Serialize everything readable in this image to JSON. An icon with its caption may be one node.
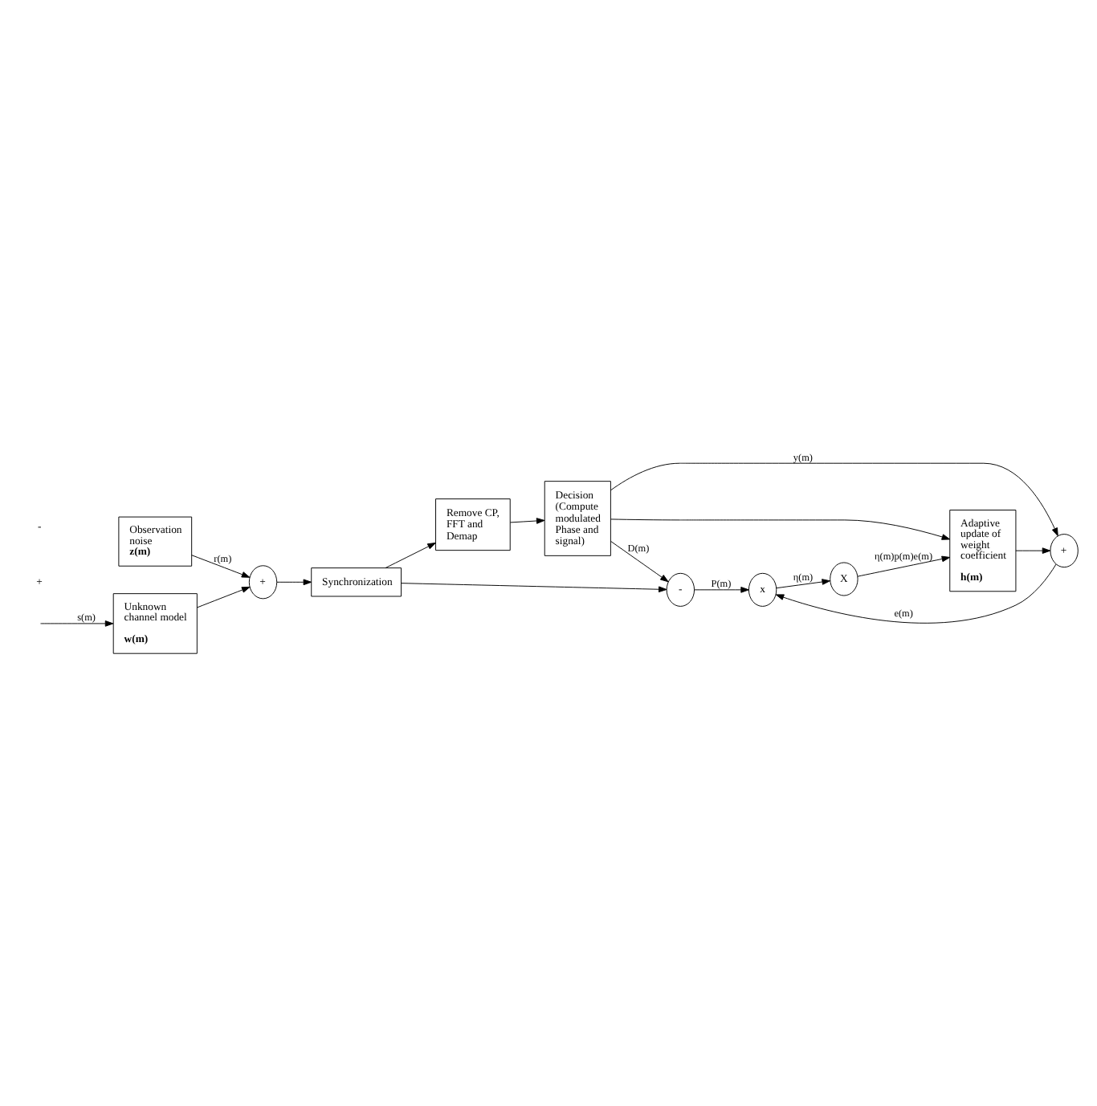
{
  "diagram": {
    "nodes": [
      {
        "text": [
          "Observation noise **z(m)**"
        ]
      },
      {
        "text": [
          "Unknown channel model",
          "w(m)"
        ]
      },
      {
        "text": [
          "+"
        ]
      },
      {
        "text": [
          "Synchronization"
        ]
      },
      {
        "text": [
          "Remove CP, FFT and Demap"
        ]
      },
      {
        "text": [
          "-"
        ]
      },
      {
        "text": [
          "Decision (Compute modulated Phase and signal)"
        ]
      },
      {
        "text": [
          "Adaptive update of weight coefficient",
          "h(m)"
        ]
      },
      {
        "text": [
          "+"
        ]
      },
      {
        "text": [
          "x"
        ]
      },
      {
        "text": [
          "X"
        ]
      }
    ],
    "edges": [
      {
        "from": null,
        "to": 1,
        "arrow": "to",
        "label": "s(m)"
      },
      {
        "from": 1,
        "to": 2,
        "arrow": "to"
      },
      {
        "from": 0,
        "to": 2,
        "arrow": "to",
        "label": "r(m)"
      },
      {
        "from": 2,
        "to": 3,
        "arrow": "to"
      },
      {
        "from": 3,
        "to": 4,
        "arrow": "to"
      },
      {
        "from": 3,
        "to": 5,
        "arrow": "to"
      },
      {
        "from": 4,
        "to": 6,
        "arrow": "to"
      },
      {
        "from": 6,
        "to": 5,
        "arrow": "to",
        "label": "D(m)"
      },
      {
        "from": 6,
        "to": 8,
        "arrow": "to",
        "label": "y(m)"
      },
      {
        "from": 5,
        "to": 9,
        "arrow": "to",
        "label": "P(m)"
      },
      {
        "from": 6,
        "to": 7,
        "arrow": "to"
      },
      {
        "from": 7,
        "to": 8,
        "arrow": "to"
      },
      {
        "from": 8,
        "to": 9,
        "arrow": "to",
        "label": "e(m)"
      },
      {
        "from": 9,
        "to": 10,
        "arrow": "to",
        "label": "η(m)"
      },
      {
        "from": 10,
        "to": 7,
        "arrow": "to",
        "label": "η(m)p(m)e(m)"
      }
    ],
    "labels": [
      "+",
      "-"
    ]
  }
}
